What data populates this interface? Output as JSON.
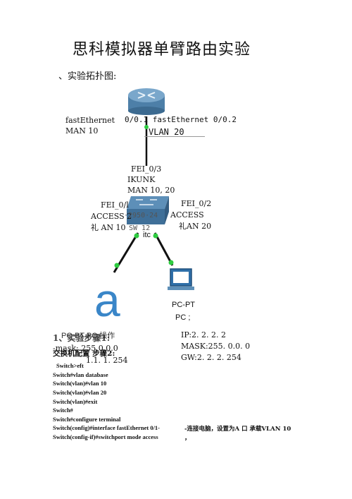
{
  "title": "思科模拟器单臂路由实验",
  "subtitle": "、实验拓扑图:",
  "router": {
    "left_label": [
      "fastEthernet",
      "MAN 10"
    ],
    "right_label_1": "0/0.1 fastEthernet  0/0.2",
    "right_label_2": "VLAN 20"
  },
  "switch": {
    "uplink": [
      "FEI_0/3",
      "IKUNK",
      "MAN 10, 20"
    ],
    "left_port": [
      "FEI_0/l",
      "ACCESS 2",
      "礼  AN 10"
    ],
    "right_port": [
      "FEI_0/2",
      "ACCESS",
      "礼AN 20"
    ],
    "device_text": "·2950·24",
    "name_label": "itc",
    "sw_text": "SW   12"
  },
  "pc_left": {
    "glyph": "a",
    "label_overlap": "PC-PT  PC  操作",
    "step_heading": "1、实验步骤1:",
    "mask_line": "-mask: 255.0.0.0",
    "config_label": "交换机配置  步骤2:",
    "gw_line": "1.1. 1. 254"
  },
  "pc_right": {
    "model": "PC-PT",
    "name": "PC ;",
    "ip": "IP:2. 2. 2. 2",
    "mask": "MASK:255. 0.0. 0",
    "gw": "GW:2. 2. 2. 254"
  },
  "commands": [
    "Switch>eft",
    "Switch#vlan database",
    "Switch(vlan)#vlan 10",
    "Switch(vlan)#vlan 20",
    "Switch(vlan)#exit",
    "Switch#",
    "Switch#configure terminal",
    "Switch(config)#interface fastEthernet 0/1-",
    "Switch(config-if)#switchport mode access"
  ],
  "note": "-连接电脑，设置为A 口    承载VLAN 10",
  "note_tail": "，",
  "colors": {
    "router_blue": "#4d7fa8",
    "switch_blue": "#5d8fb8",
    "link_green": "#2ecc40",
    "pc_blue": "#2f6fa8",
    "letter_blue": "#3a86c8"
  }
}
